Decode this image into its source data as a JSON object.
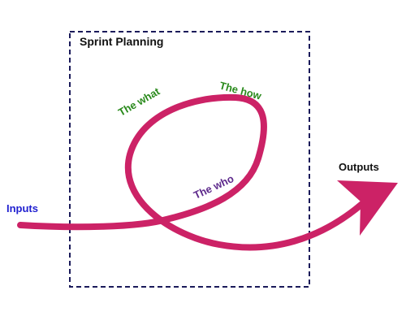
{
  "diagram": {
    "title": "Sprint Planning",
    "inputs_label": "Inputs",
    "outputs_label": "Outputs",
    "loop_labels": {
      "what": "The what",
      "how": "The how",
      "who": "The who"
    }
  },
  "colors": {
    "arrow": "#cc2266",
    "box_border": "#1a1a5a",
    "inputs_text": "#1f1fd0",
    "green_text": "#2a8a1c",
    "purple_text": "#5e2a8c",
    "title_text": "#111111"
  }
}
